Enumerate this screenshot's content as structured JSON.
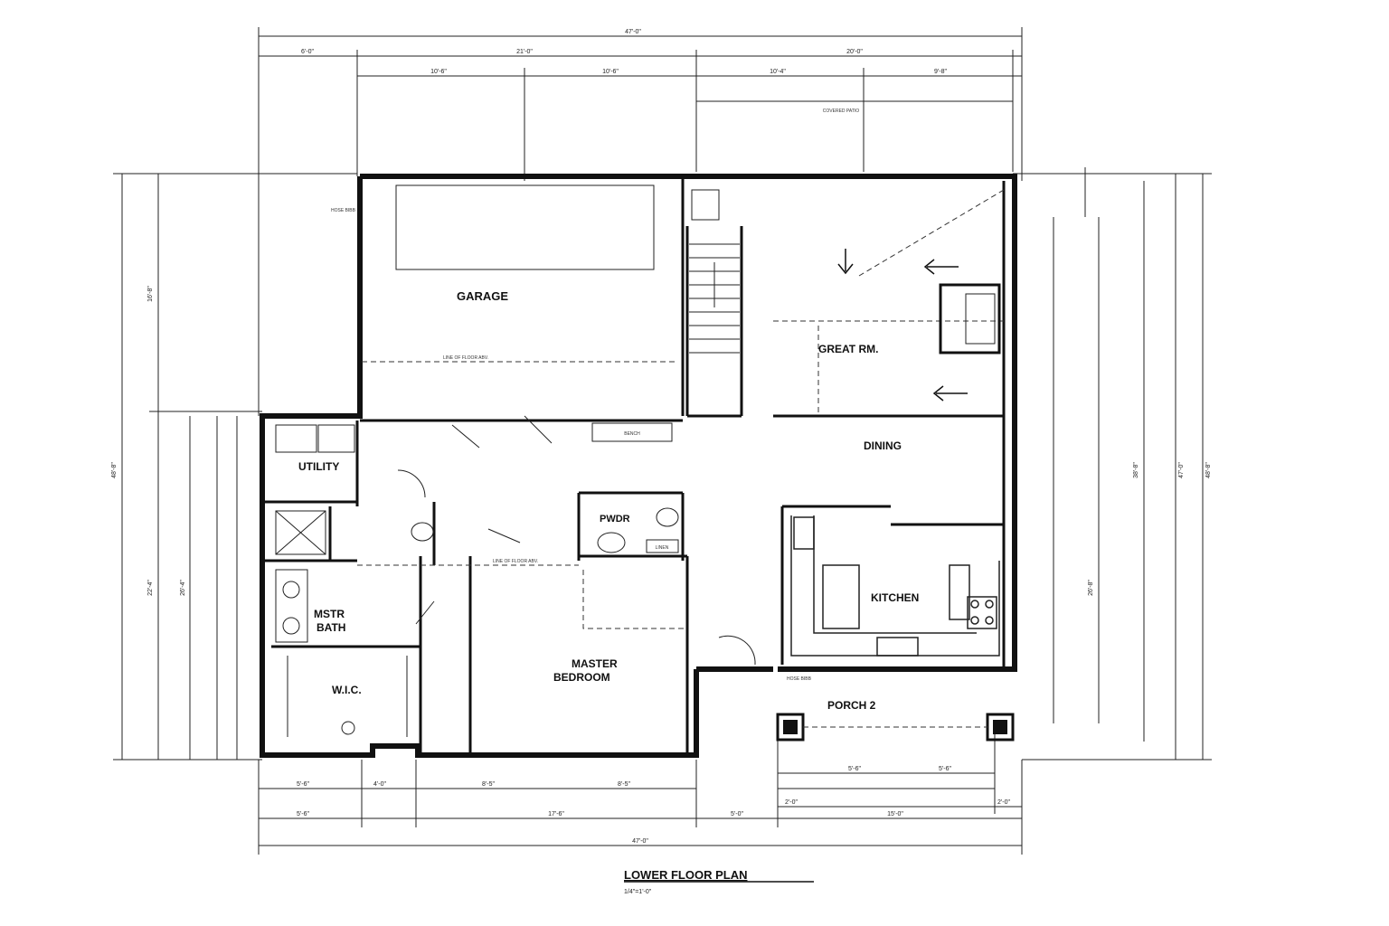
{
  "title": "LOWER FLOOR PLAN",
  "scale": "1/4\"=1'-0\"",
  "rooms": {
    "garage": "GARAGE",
    "great_rm": "GREAT RM.",
    "dining": "DINING",
    "utility": "UTILITY",
    "pwdr": "PWDR",
    "kitchen": "KITCHEN",
    "mstr_bath_1": "MSTR",
    "mstr_bath_2": "BATH",
    "master_bed_1": "MASTER",
    "master_bed_2": "BEDROOM",
    "wic": "W.I.C.",
    "porch": "PORCH 2"
  },
  "labels": {
    "bench": "BENCH",
    "line_floor_abv_1": "LINE OF FLOOR ABV.",
    "line_floor_abv_2": "LINE OF FLOOR ABV.",
    "covered_patio": "COVERED PATIO",
    "hose_bibb_1": "HOSE BIBB",
    "hose_bibb_2": "HOSE BIBB",
    "linen": "LINEN"
  },
  "dimensions": {
    "overall_top": "47'-0\"",
    "overall_bottom": "47'-0\"",
    "top_1": "6'-0\"",
    "top_2": "21'-0\"",
    "top_3": "20'-0\"",
    "top_4": "10'-6\"",
    "top_5": "10'-6\"",
    "top_6": "10'-4\"",
    "top_7": "9'-8\"",
    "bot_1": "5'-6\"",
    "bot_2": "4'-0\"",
    "bot_3": "8'-5\"",
    "bot_4": "8'-5\"",
    "bot_5": "5'-6\"",
    "bot_6": "5'-6\"",
    "bot_7": "2'-0\"",
    "bot_8": "2'-0\"",
    "bot_9": "5'-6\"",
    "bot_10": "17'-6\"",
    "bot_11": "5'-0\"",
    "bot_12": "15'-0\"",
    "left_overall": "48'-8\"",
    "left_1": "16'-8\"",
    "left_2": "22'-4\"",
    "left_3": "26'-4\"",
    "right_overall": "48'-8\"",
    "right_1": "47'-0\"",
    "right_2": "38'-8\"",
    "right_3": "26'-8\""
  }
}
